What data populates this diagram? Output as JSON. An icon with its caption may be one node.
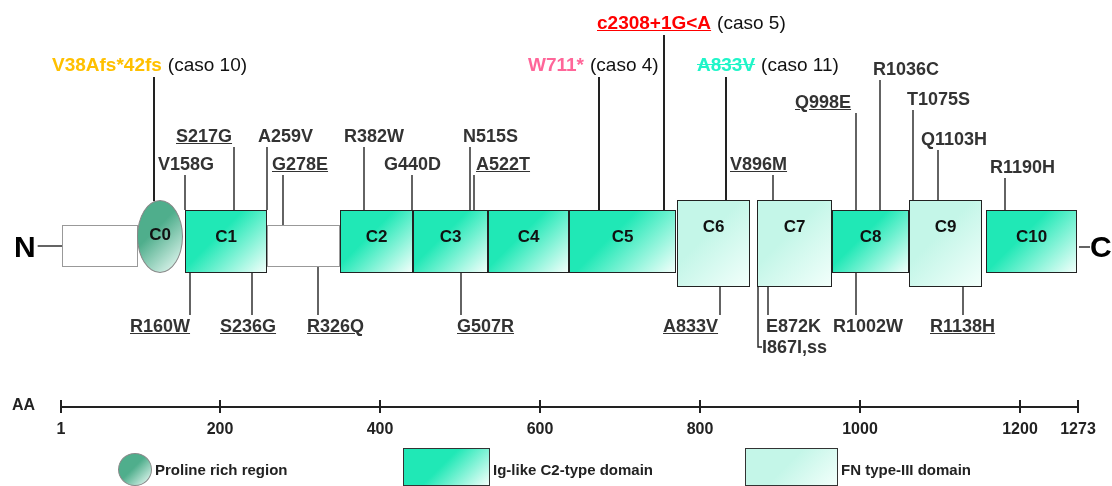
{
  "diagram": {
    "nodes": [
      {
        "text": [
          "V38Afs*42fs",
          "(caso 10)"
        ]
      },
      {
        "text": [
          "c2308+1G<A",
          "(caso 5)"
        ]
      },
      {
        "text": [
          "W711*",
          "(caso 4)"
        ]
      },
      {
        "text": [
          "A833V",
          "(caso 11)"
        ]
      },
      {
        "text": [
          "R1036C"
        ]
      },
      {
        "text": [
          "T1075S"
        ]
      },
      {
        "text": [
          "Q998E"
        ]
      },
      {
        "text": [
          "S217G"
        ]
      },
      {
        "text": [
          "A259V"
        ]
      },
      {
        "text": [
          "R382W"
        ]
      },
      {
        "text": [
          "N515S"
        ]
      },
      {
        "text": [
          "Q1103H"
        ]
      },
      {
        "text": [
          "V158G"
        ]
      },
      {
        "text": [
          "G278E"
        ]
      },
      {
        "text": [
          "G440D"
        ]
      },
      {
        "text": [
          "A522T"
        ]
      },
      {
        "text": [
          "V896M"
        ]
      },
      {
        "text": [
          "R1190H"
        ]
      },
      {
        "text": [
          "N"
        ]
      },
      {
        "text": [],
        "shape": "bar"
      },
      {
        "text": [
          "C0"
        ]
      },
      {
        "text": [
          "C1"
        ]
      },
      {
        "text": [
          "C2"
        ]
      },
      {
        "text": [
          "C3"
        ]
      },
      {
        "text": [
          "C4"
        ]
      },
      {
        "text": [
          "C5"
        ]
      },
      {
        "text": [
          "C6"
        ]
      },
      {
        "text": [
          "C7"
        ]
      },
      {
        "text": [
          "C8"
        ]
      },
      {
        "text": [
          "C9"
        ]
      },
      {
        "text": [
          "C10"
        ]
      },
      {
        "text": [
          "C"
        ]
      },
      {
        "text": [
          "R160W"
        ]
      },
      {
        "text": [
          "S236G"
        ]
      },
      {
        "text": [
          "R326Q"
        ]
      },
      {
        "text": [
          "G507R"
        ]
      },
      {
        "text": [
          "A833V"
        ]
      },
      {
        "text": [
          "E872K"
        ]
      },
      {
        "text": [
          "R1002W"
        ]
      },
      {
        "text": [
          "R1138H"
        ]
      },
      {
        "text": [
          "I867I,ss"
        ]
      },
      {
        "text": [],
        "shape": "bar"
      }
    ],
    "edges": [
      {
        "from": 0,
        "to": 20,
        "arrow": "none"
      },
      {
        "from": 1,
        "to": 25,
        "arrow": "none"
      },
      {
        "from": 2,
        "to": 25,
        "arrow": "none"
      },
      {
        "from": 3,
        "to": 26,
        "arrow": "none"
      },
      {
        "from": 4,
        "to": 28,
        "arrow": "none"
      },
      {
        "from": 5,
        "to": 29,
        "arrow": "none"
      },
      {
        "from": 6,
        "to": 28,
        "arrow": "none"
      },
      {
        "from": 7,
        "to": 21,
        "arrow": "none"
      },
      {
        "from": 8,
        "to": 21,
        "arrow": "none"
      },
      {
        "from": 9,
        "to": 22,
        "arrow": "none"
      },
      {
        "from": 10,
        "to": 23,
        "arrow": "none"
      },
      {
        "from": 11,
        "to": 29,
        "arrow": "none"
      },
      {
        "from": 12,
        "to": 21,
        "arrow": "none"
      },
      {
        "from": 13,
        "to": 41,
        "arrow": "none"
      },
      {
        "from": 14,
        "to": 22,
        "arrow": "none"
      },
      {
        "from": 15,
        "to": 23,
        "arrow": "none"
      },
      {
        "from": 16,
        "to": 27,
        "arrow": "none"
      },
      {
        "from": 17,
        "to": 30,
        "arrow": "none"
      },
      {
        "from": 18,
        "to": 19,
        "arrow": "none"
      },
      {
        "from": 30,
        "to": 31,
        "arrow": "none"
      },
      {
        "from": 32,
        "to": 21,
        "arrow": "none"
      },
      {
        "from": 33,
        "to": 21,
        "arrow": "none"
      },
      {
        "from": 34,
        "to": 41,
        "arrow": "none"
      },
      {
        "from": 35,
        "to": 23,
        "arrow": "none"
      },
      {
        "from": 36,
        "to": 26,
        "arrow": "none"
      },
      {
        "from": 37,
        "to": 27,
        "arrow": "none"
      },
      {
        "from": 38,
        "to": 28,
        "arrow": "none"
      },
      {
        "from": 39,
        "to": 29,
        "arrow": "none"
      },
      {
        "from": 40,
        "to": 27,
        "arrow": "none"
      }
    ],
    "labels": [
      "AA",
      "1",
      "200",
      "400",
      "600",
      "800",
      "1000",
      "1200",
      "1273"
    ],
    "legend": [
      {
        "text": "Proline rich region",
        "color": "#4fae8c"
      },
      {
        "text": "Ig-like C2-type domain",
        "color": "#20e8b6"
      },
      {
        "text": "FN type-III  domain",
        "color": "#c4f6e8"
      }
    ]
  }
}
